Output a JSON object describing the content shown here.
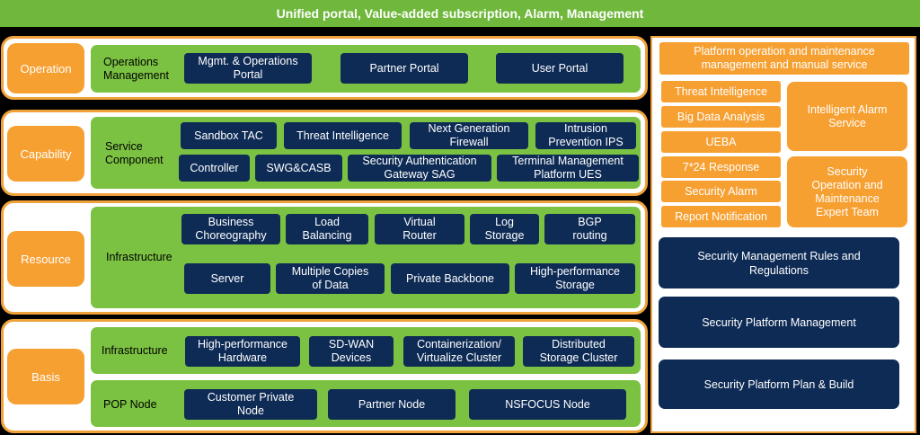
{
  "header": "Unified portal, Value-added subscription, Alarm, Management",
  "layers": {
    "operation": {
      "label": "Operation",
      "group": "Operations\nManagement",
      "items": [
        "Mgmt. & Operations\nPortal",
        "Partner Portal",
        "User Portal"
      ]
    },
    "capability": {
      "label": "Capability",
      "group": "Service\nComponent",
      "items": [
        "Sandbox TAC",
        "Threat Intelligence",
        "Next Generation\nFirewall",
        "Intrusion\nPrevention IPS",
        "Controller",
        "SWG&CASB",
        "Security Authentication\nGateway SAG",
        "Terminal Management\nPlatform UES"
      ]
    },
    "resource": {
      "label": "Resource",
      "group": "Infrastructure",
      "items": [
        "Business\nChoreography",
        "Load\nBalancing",
        "Virtual\nRouter",
        "Log\nStorage",
        "BGP\nrouting",
        "Server",
        "Multiple Copies\nof Data",
        "Private Backbone",
        "High-performance\nStorage"
      ]
    },
    "basis": {
      "label": "Basis",
      "group1": "Infrastructure",
      "items1": [
        "High-performance\nHardware",
        "SD-WAN\nDevices",
        "Containerization/\nVirtualize Cluster",
        "Distributed\nStorage Cluster"
      ],
      "group2": "POP Node",
      "items2": [
        "Customer Private\nNode",
        "Partner Node",
        "NSFOCUS Node"
      ]
    }
  },
  "right": {
    "top": "Platform operation and maintenance\nmanagement and manual service",
    "left_items": [
      "Threat Intelligence",
      "Big Data Analysis",
      "UEBA",
      "7*24 Response",
      "Security Alarm",
      "Report Notification"
    ],
    "alarm_service": "Intelligent Alarm\nService",
    "expert_team": "Security\nOperation and\nMaintenance\nExpert Team",
    "rules": "Security Management Rules and\nRegulations",
    "platform_mgmt": "Security Platform Management",
    "plan_build": "Security Platform Plan & Build"
  }
}
